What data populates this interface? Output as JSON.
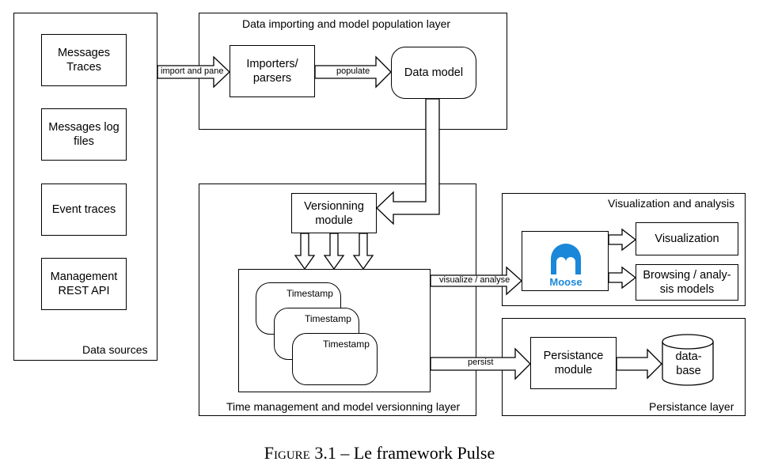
{
  "layers": {
    "data_sources": "Data sources",
    "importing": "Data importing and model population layer",
    "time_mgmt": "Time management and model versionning layer",
    "visualization": "Visualization and analysis",
    "persistance": "Persistance layer"
  },
  "sources": {
    "messages_traces": "Messages\nTraces",
    "messages_log": "Messages log\nfiles",
    "event_traces": "Event traces",
    "management_api": "Management\nREST API"
  },
  "nodes": {
    "importers": "Importers/\nparsers",
    "data_model": "Data model",
    "versionning": "Versionning\nmodule",
    "timestamp": "Timestamp",
    "moose": "Moose",
    "visualization": "Visualization",
    "browsing": "Browsing / analy-\nsis models",
    "persistance_module": "Persistance\nmodule",
    "database": "data-\nbase"
  },
  "edges": {
    "import_parse": "import and pane",
    "populate": "populate",
    "visualize_analyse": "visualize / analyse",
    "persist": "persist"
  },
  "caption": {
    "figure_word": "Figure",
    "rest": " 3.1 – Le framework Pulse"
  },
  "colors": {
    "moose_blue": "#1a87d8"
  }
}
